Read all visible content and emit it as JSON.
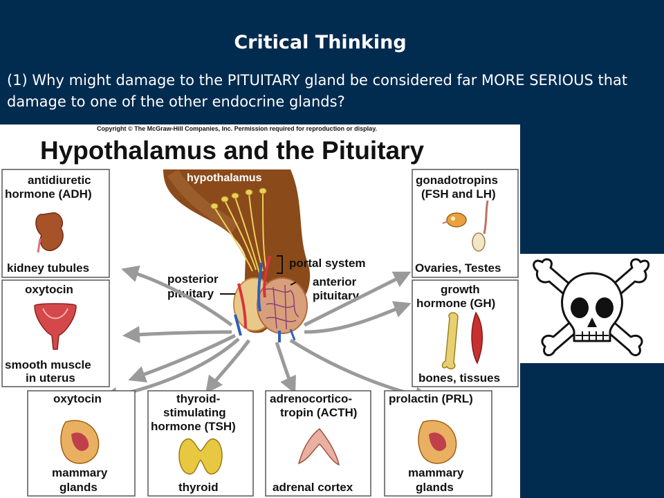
{
  "slide": {
    "title": "Critical Thinking",
    "question": "(1) Why might damage to the PITUITARY gland be considered far MORE SERIOUS that damage to one of the other endocrine glands?"
  },
  "figure": {
    "copyright": "Copyright © The McGraw-Hill Companies, Inc. Permission required for reproduction or display.",
    "heading": "Hypothalamus and the Pituitary",
    "center_labels": {
      "hypothalamus": "hypothalamus",
      "portal_system": "portal system",
      "posterior_1": "posterior",
      "posterior_2": "pituitary",
      "anterior_1": "anterior",
      "anterior_2": "pituitary"
    },
    "boxes": {
      "adh": {
        "hormone_1": "antidiuretic",
        "hormone_2": "hormone (ADH)",
        "target_1": "kidney tubules"
      },
      "oxytocin_left": {
        "hormone_1": "oxytocin",
        "target_1": "smooth muscle",
        "target_2": "in uterus"
      },
      "gonadotropins": {
        "hormone_1": "gonadotropins",
        "hormone_2": "(FSH and LH)",
        "target_1": "Ovaries, Testes"
      },
      "gh": {
        "hormone_1": "growth",
        "hormone_2": "hormone (GH)",
        "target_1": "bones, tissues"
      },
      "oxytocin_bottom": {
        "hormone_1": "oxytocin",
        "target_1": "mammary",
        "target_2": "glands"
      },
      "tsh": {
        "hormone_1": "thyroid-",
        "hormone_2": "stimulating",
        "hormone_3": "hormone (TSH)",
        "target_1": "thyroid"
      },
      "acth": {
        "hormone_1": "adrenocortico-",
        "hormone_2": "tropin (ACTH)",
        "target_1": "adrenal cortex"
      },
      "prl": {
        "hormone_1": "prolactin (PRL)",
        "target_1": "mammary",
        "target_2": "glands"
      }
    }
  },
  "colors": {
    "slide_background": "#022b50",
    "box_border": "#555555",
    "hypothalamus_brown": "#8b4a1a",
    "neuron_yellow": "#e9d25a",
    "vessel_red": "#d8343c",
    "vessel_blue": "#2e5fb8"
  },
  "icons": {
    "skull": "skull-and-crossbones-icon"
  }
}
